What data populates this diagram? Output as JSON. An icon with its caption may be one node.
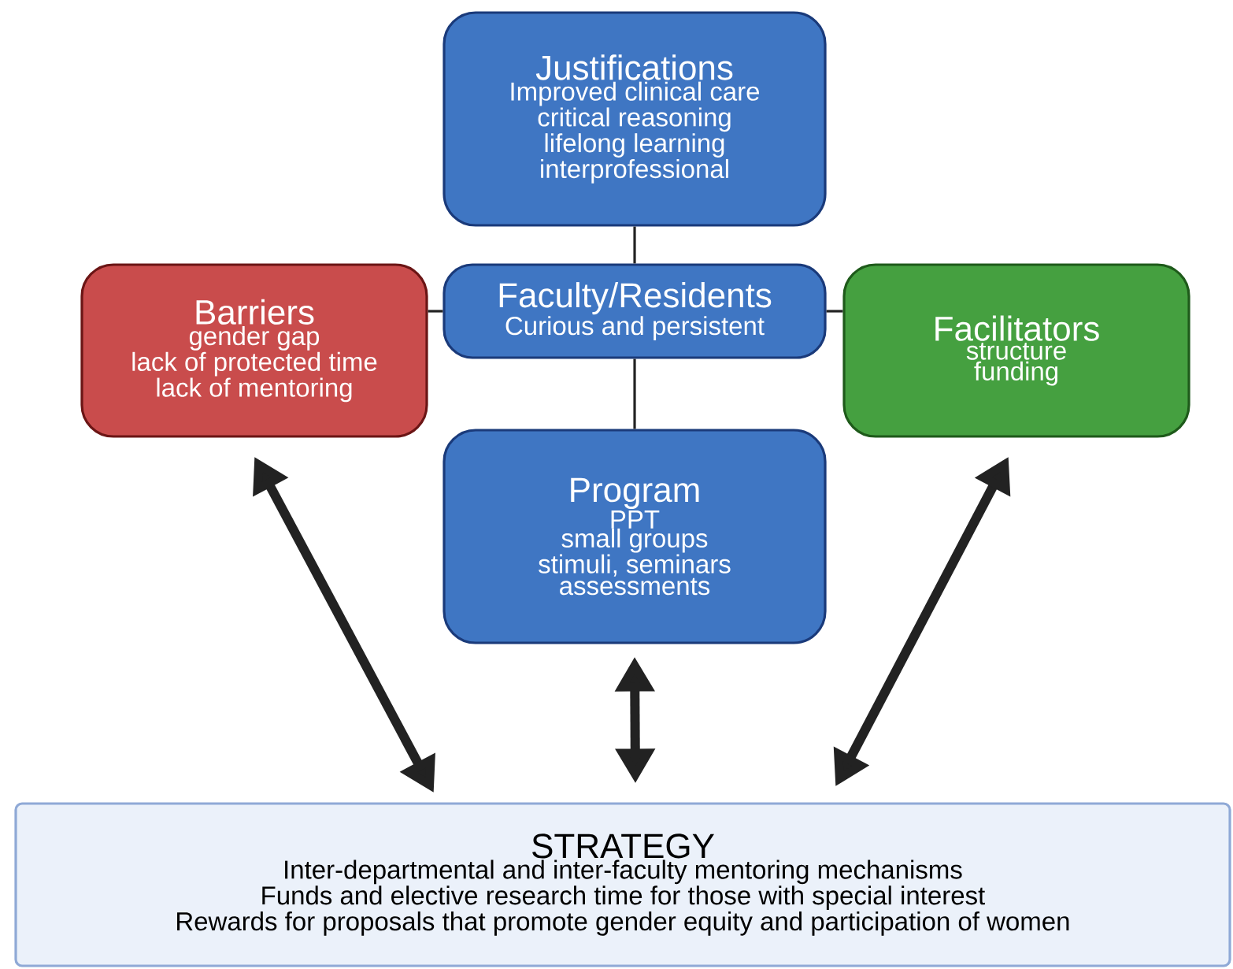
{
  "diagram": {
    "nodes": [
      {
        "text": [
          "Justifications",
          "Improved clinical care",
          "critical reasoning",
          "lifelong learning",
          "interprofessional"
        ]
      },
      {
        "text": [
          "Barriers",
          "gender gap",
          "lack of protected time",
          "lack of mentoring"
        ]
      },
      {
        "text": [
          "Faculty/Residents",
          "Curious and persistent"
        ]
      },
      {
        "text": [
          "Facilitators",
          "structure",
          "funding"
        ]
      },
      {
        "text": [
          "Program",
          "PPT",
          "small groups",
          "stimuli, seminars",
          "assessments"
        ]
      },
      {
        "text": [
          "STRATEGY",
          "Inter-departmental and inter-faculty mentoring mechanisms",
          "Funds and elective research time for those with special interest",
          "Rewards for proposals that promote gender equity and participation of women"
        ]
      }
    ],
    "edges": [
      {
        "from": 0,
        "to": 2,
        "arrow": "none"
      },
      {
        "from": 1,
        "to": 2,
        "arrow": "none"
      },
      {
        "from": 2,
        "to": 3,
        "arrow": "none"
      },
      {
        "from": 2,
        "to": 4,
        "arrow": "none"
      },
      {
        "from": 1,
        "to": 5,
        "arrow": "both",
        "style": "thick"
      },
      {
        "from": 4,
        "to": 5,
        "arrow": "both",
        "style": "thick"
      },
      {
        "from": 3,
        "to": 5,
        "arrow": "both",
        "style": "thick"
      }
    ]
  }
}
